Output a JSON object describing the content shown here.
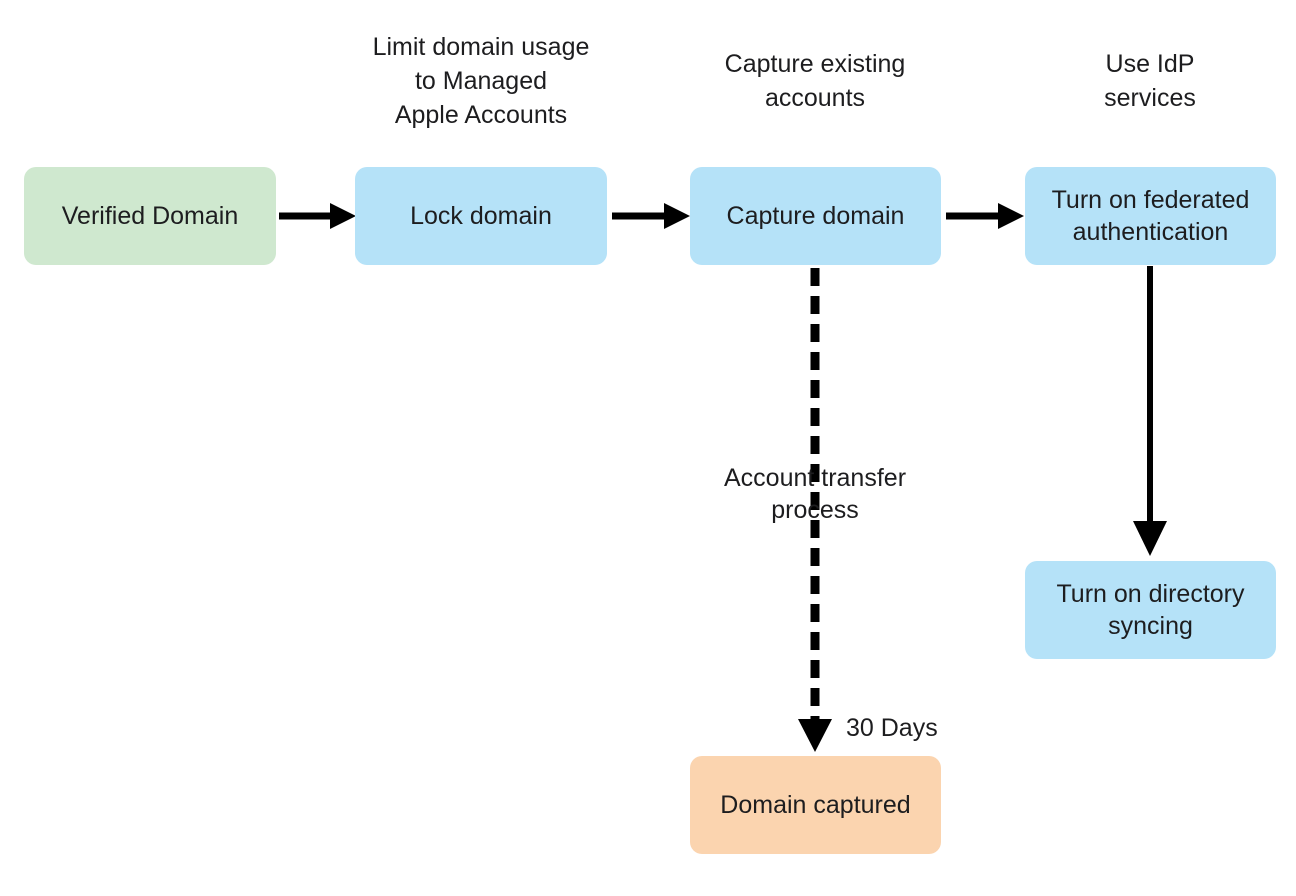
{
  "diagram": {
    "title": "Domain capture and federated authentication flow",
    "background": "#ffffff",
    "text_color": "#1d1d1f",
    "connector_color": "#000000",
    "colors": {
      "green": "#cfe8cf",
      "blue": "#b5e2f8",
      "orange": "#fbd4af"
    }
  },
  "captions": [
    {
      "id": "caption-lock-domain",
      "text": "Limit domain usage\nto Managed\nApple Accounts"
    },
    {
      "id": "caption-capture-domain",
      "text": "Capture existing\naccounts"
    },
    {
      "id": "caption-federated-auth",
      "text": "Use IdP\nservices"
    }
  ],
  "nodes": [
    {
      "id": "verified-domain",
      "label": "Verified Domain",
      "fill": "#cfe8cf"
    },
    {
      "id": "lock-domain",
      "label": "Lock domain",
      "fill": "#b5e2f8"
    },
    {
      "id": "capture-domain",
      "label": "Capture domain",
      "fill": "#b5e2f8"
    },
    {
      "id": "federated-authentication",
      "label": "Turn on federated\nauthentication",
      "fill": "#b5e2f8"
    },
    {
      "id": "directory-syncing",
      "label": "Turn on directory\nsyncing",
      "fill": "#b5e2f8"
    },
    {
      "id": "domain-captured",
      "label": "Domain captured",
      "fill": "#fbd4af"
    }
  ],
  "edge_labels": [
    {
      "id": "account-transfer-process",
      "text": "Account transfer\nprocess"
    },
    {
      "id": "thirty-days",
      "text": "30 Days"
    }
  ],
  "connectors": [
    {
      "id": "verified-to-lock",
      "style": "solid",
      "direction": "right"
    },
    {
      "id": "lock-to-capture",
      "style": "solid",
      "direction": "right"
    },
    {
      "id": "capture-to-federated",
      "style": "solid",
      "direction": "right"
    },
    {
      "id": "capture-to-domain-captured",
      "style": "dashed",
      "direction": "down"
    },
    {
      "id": "federated-to-directory-syncing",
      "style": "solid",
      "direction": "down"
    }
  ]
}
